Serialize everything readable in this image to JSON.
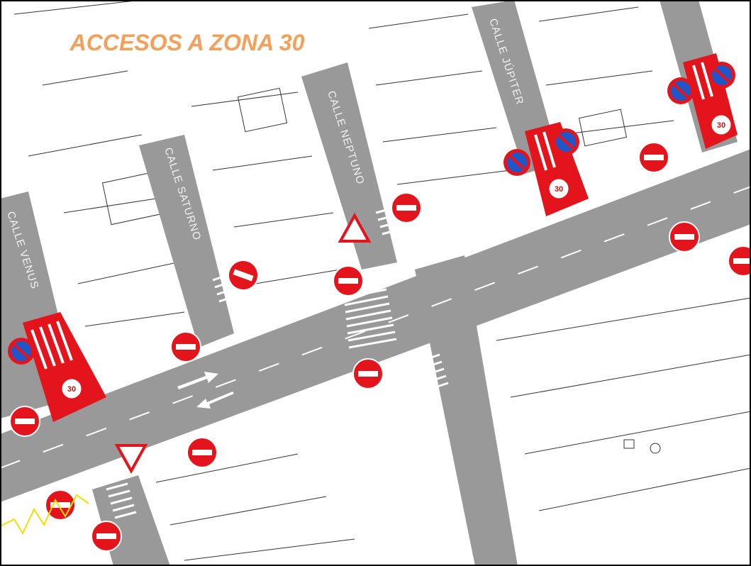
{
  "title": "ACCESOS A ZONA 30",
  "streets": {
    "venus": "CALLE VENUS",
    "saturno": "CALLE SATURNO",
    "neptuno": "CALLE NEPTUNO",
    "jupiter": "CALLE JÚPITER"
  },
  "speed_limit": "30",
  "colors": {
    "title": "#f5a05a",
    "road": "#999999",
    "zone_entrance": "#e3141b",
    "no_entry": "#e3141b",
    "no_parking_blue": "#1f56c8",
    "yield_border": "#e3141b",
    "building_line": "#333333",
    "yellow_line": "#f0e000"
  },
  "icons": [
    "no-entry-sign-icon",
    "no-parking-sign-icon",
    "yield-sign-icon",
    "speed-limit-sign-icon",
    "direction-arrow-icon"
  ]
}
